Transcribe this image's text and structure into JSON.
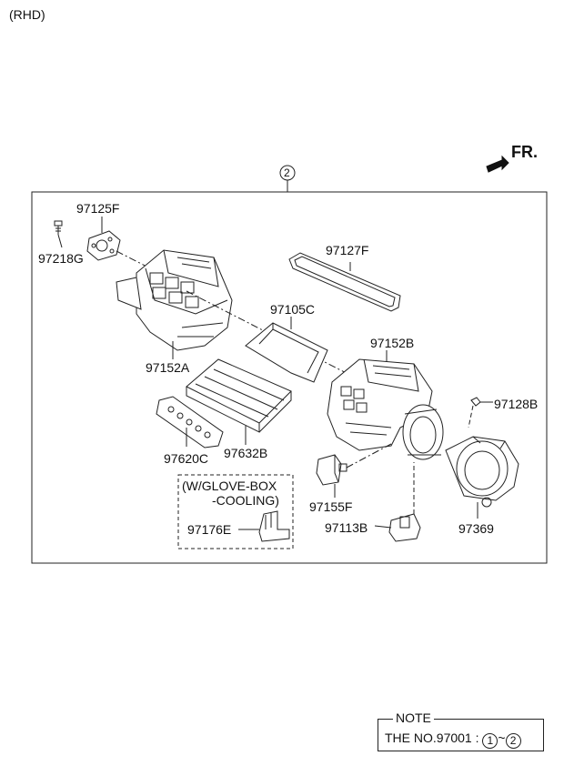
{
  "header": {
    "variant": "(RHD)"
  },
  "direction": {
    "label": "FR."
  },
  "assembly": {
    "ref_number": "2"
  },
  "parts": {
    "p97125F": "97125F",
    "p97218G": "97218G",
    "p97127F": "97127F",
    "p97105C": "97105C",
    "p97152A": "97152A",
    "p97152B": "97152B",
    "p97128B": "97128B",
    "p97620C": "97620C",
    "p97632B": "97632B",
    "p97155F": "97155F",
    "p97113B": "97113B",
    "p97369": "97369",
    "p97176E": "97176E"
  },
  "option": {
    "line1": "(W/GLOVE-BOX",
    "line2": "-COOLING)"
  },
  "note": {
    "title": "NOTE",
    "text": "THE NO.97001 :",
    "from": "1",
    "sep": "~",
    "to": "2"
  },
  "colors": {
    "line": "#222222",
    "background": "#ffffff"
  }
}
